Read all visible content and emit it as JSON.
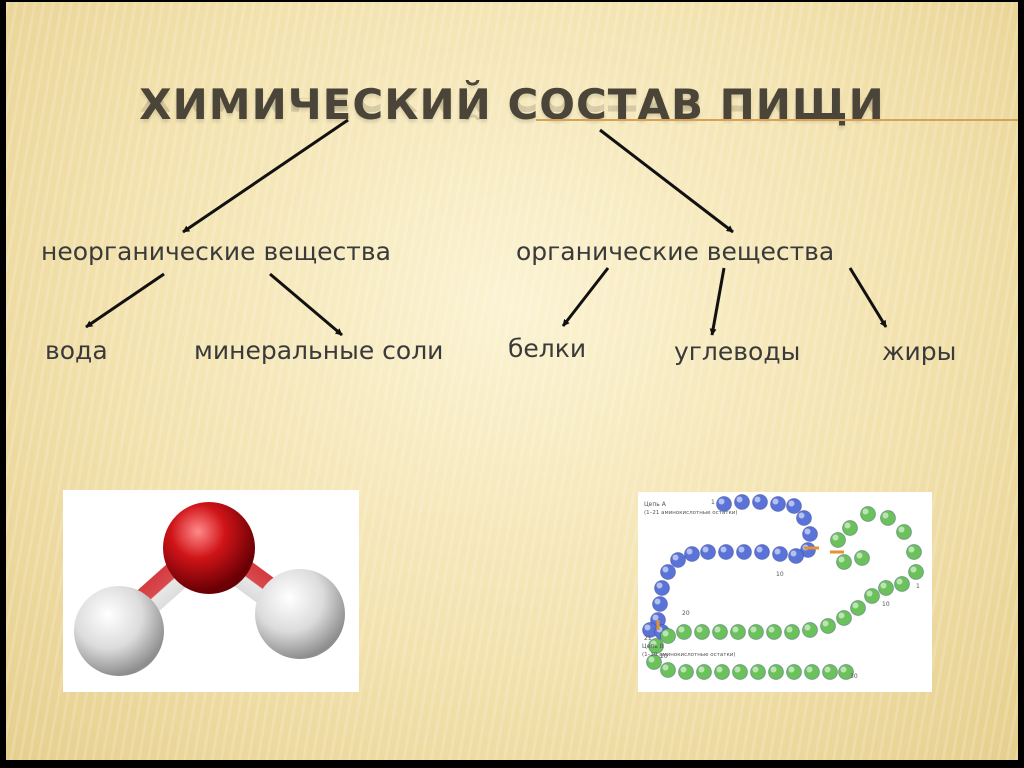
{
  "title": "ХИМИЧЕСКИЙ СОСТАВ ПИЩИ",
  "categories": {
    "inorganic": "неорганические вещества",
    "organic": "органические вещества"
  },
  "items": {
    "water": "вода",
    "minerals": "минеральные соли",
    "proteins": "белки",
    "carbs": "углеводы",
    "fats": "жиры"
  },
  "protein_diagram": {
    "chain_a": "Цепь А",
    "chain_a_desc": "(1–21 аминокислотные остатки)",
    "chain_b": "Цепь В",
    "chain_b_desc": "(1–30 аминокислотные остатки)",
    "numbers": [
      "1",
      "10",
      "20",
      "21",
      "1",
      "10",
      "20",
      "30"
    ]
  },
  "colors": {
    "oxygen": "#d01418",
    "hydrogen": "#e6e6e6",
    "chain_a": "#5a73d8",
    "chain_b": "#6cc25a",
    "bond": "#e39234"
  }
}
